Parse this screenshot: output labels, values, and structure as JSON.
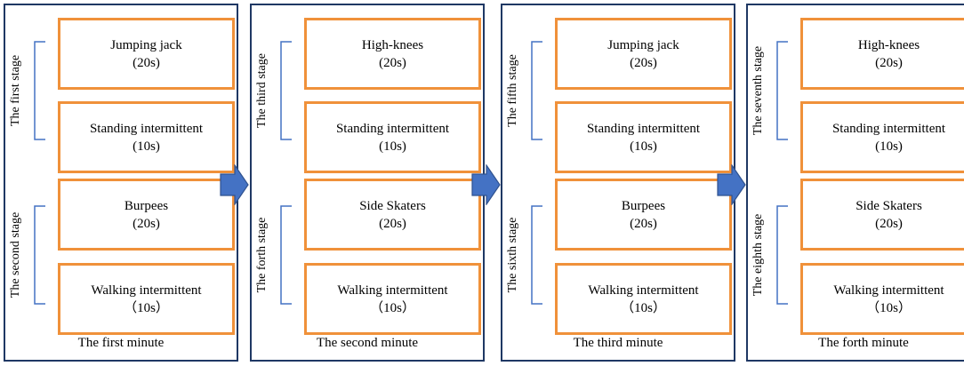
{
  "minutes": [
    {
      "label": "The first minute",
      "stages": [
        "The first stage",
        "The second stage"
      ],
      "boxes": [
        {
          "name": "Jumping jack",
          "duration": "(20s)"
        },
        {
          "name": "Standing intermittent",
          "duration": "(10s)"
        },
        {
          "name": "Burpees",
          "duration": "(20s)"
        },
        {
          "name": "Walking intermittent",
          "duration": "（10s）"
        }
      ]
    },
    {
      "label": "The second minute",
      "stages": [
        "The third stage",
        "The forth stage"
      ],
      "boxes": [
        {
          "name": "High-knees",
          "duration": "(20s)"
        },
        {
          "name": "Standing intermittent",
          "duration": "(10s)"
        },
        {
          "name": "Side Skaters",
          "duration": "(20s)"
        },
        {
          "name": "Walking intermittent",
          "duration": "（10s）"
        }
      ]
    },
    {
      "label": "The third minute",
      "stages": [
        "The fifth stage",
        "The sixth stage"
      ],
      "boxes": [
        {
          "name": "Jumping jack",
          "duration": "(20s)"
        },
        {
          "name": "Standing intermittent",
          "duration": "(10s)"
        },
        {
          "name": "Burpees",
          "duration": "(20s)"
        },
        {
          "name": "Walking intermittent",
          "duration": "（10s）"
        }
      ]
    },
    {
      "label": "The forth minute",
      "stages": [
        "The seventh stage",
        "The eighth stage"
      ],
      "boxes": [
        {
          "name": "High-knees",
          "duration": "(20s)"
        },
        {
          "name": "Standing intermittent",
          "duration": "(10s)"
        },
        {
          "name": "Side Skaters",
          "duration": "(20s)"
        },
        {
          "name": "Walking intermittent",
          "duration": "（10s）"
        }
      ]
    }
  ],
  "colors": {
    "panel_border": "#1f3864",
    "box_border": "#f0913a",
    "bracket": "#4472c4",
    "arrow": "#4472c4"
  }
}
